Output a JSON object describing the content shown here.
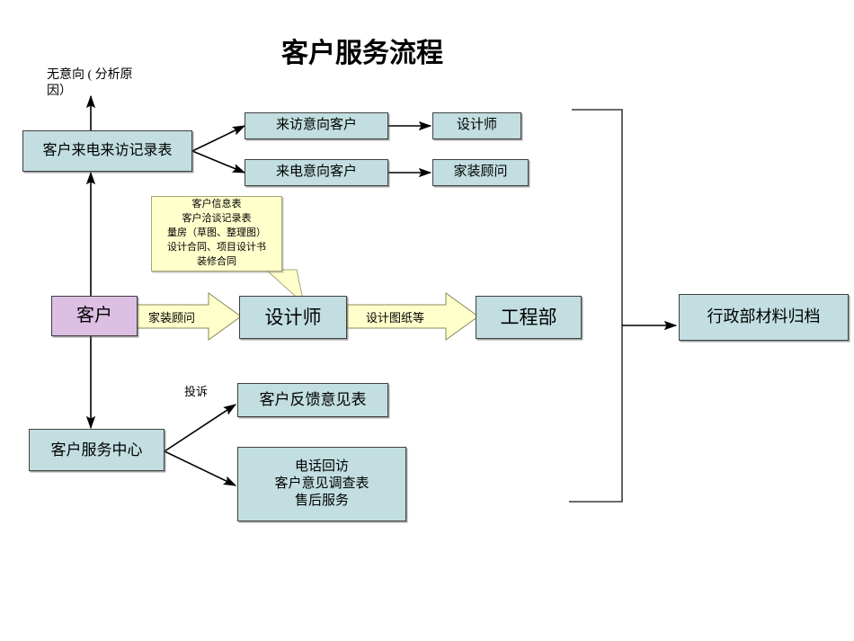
{
  "title": "客户服务流程",
  "colors": {
    "node_fill_teal": "#c2dee0",
    "node_fill_purple": "#ddbfe4",
    "callout_fill": "#ffffcc",
    "stroke": "#404040",
    "arrow": "#000000",
    "background": "#ffffff"
  },
  "nodes": {
    "call_visit_record": "客户来电来访记录表",
    "visit_intent_customer": "来访意向客户",
    "call_intent_customer": "来电意向客户",
    "designer_top": "设计师",
    "home_decor_consultant_top": "家装顾问",
    "customer": "客户",
    "designer_main": "设计师",
    "engineering_dept": "工程部",
    "admin_archive": "行政部材料归档",
    "customer_service_center": "客户服务中心",
    "feedback_form": "客户反馈意见表",
    "after_sales": "电话回访\n客户意见调查表\n售后服务"
  },
  "labels": {
    "no_intent": "无意向 ( 分析原\n因）",
    "complaint": "投诉",
    "consultant_arrow": "家装顾问",
    "drawings_arrow": "设计图纸等"
  },
  "callout": {
    "text": "客户信息表\n客户洽谈记录表\n量房（草图、整理图）\n设计合同、项目设计书\n装修合同"
  }
}
